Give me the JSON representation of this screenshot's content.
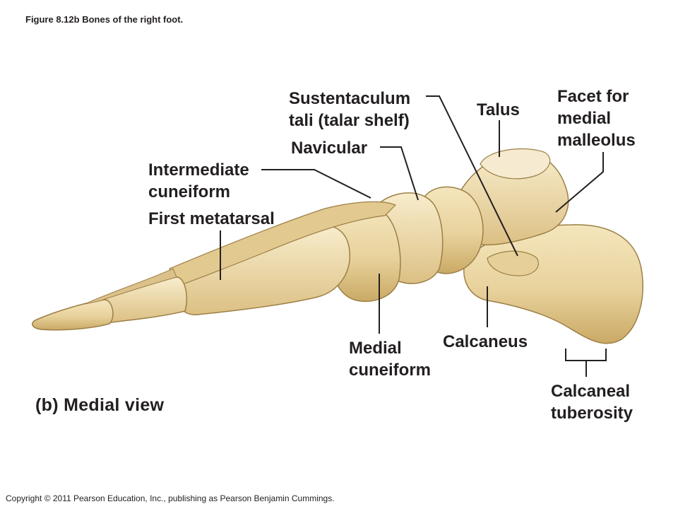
{
  "figure_caption": "Figure 8.12b  Bones of the right foot.",
  "view_title": "(b) Medial view",
  "copyright": "Copyright © 2011 Pearson Education, Inc., publishing as Pearson Benjamin Cummings.",
  "colors": {
    "bone_fill": "#ecd9a8",
    "bone_shadow": "#c9ad72",
    "bone_outline": "#9c7f45",
    "leader_line": "#231f20"
  },
  "labels": {
    "sustentaculum_line1": "Sustentaculum",
    "sustentaculum_line2": "tali (talar shelf)",
    "talus": "Talus",
    "facet_line1": "Facet for",
    "facet_line2": "medial",
    "facet_line3": "malleolus",
    "navicular": "Navicular",
    "intermediate_line1": "Intermediate",
    "intermediate_line2": "cuneiform",
    "first_metatarsal": "First metatarsal",
    "medial_cuneiform_line1": "Medial",
    "medial_cuneiform_line2": "cuneiform",
    "calcaneus": "Calcaneus",
    "calcaneal_tuberosity_line1": "Calcaneal",
    "calcaneal_tuberosity_line2": "tuberosity"
  }
}
